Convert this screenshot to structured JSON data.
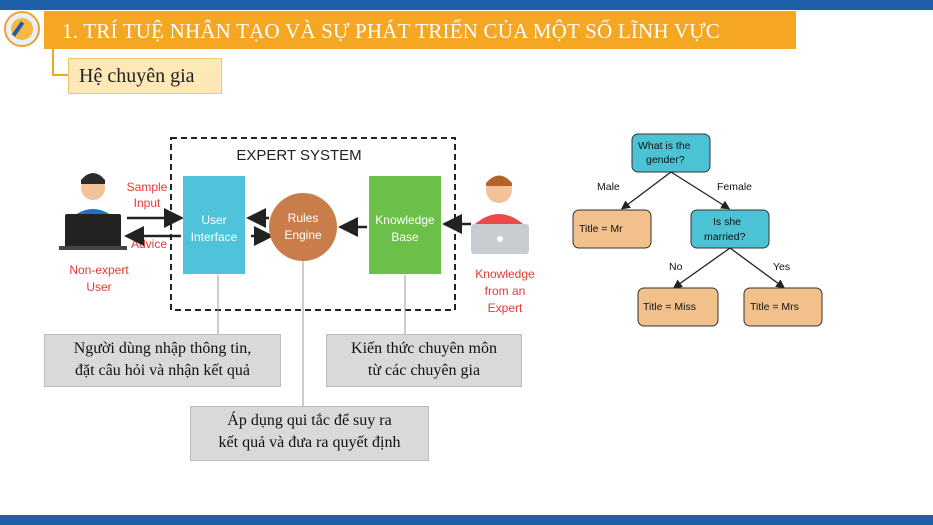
{
  "header": {
    "title": "1. TRÍ TUỆ NHÂN TẠO VÀ SỰ PHÁT TRIỂN CỦA MỘT SỐ LĨNH VỰC",
    "subtitle": "Hệ chuyên gia"
  },
  "expert_diagram": {
    "system_title": "EXPERT SYSTEM",
    "user_interface": [
      "User",
      "Interface"
    ],
    "rules_engine": [
      "Rules",
      "Engine"
    ],
    "knowledge_base": [
      "Knowledge",
      "Base"
    ],
    "sample_input": [
      "Sample",
      "Input"
    ],
    "advice": "Advice",
    "non_expert_user": [
      "Non-expert",
      "User"
    ],
    "knowledge_from_expert": [
      "Knowledge",
      "from an",
      "Expert"
    ],
    "colors": {
      "ui_box": "#4fc3d9",
      "rules_engine": "#c97d4a",
      "knowledge_base": "#6cc04a",
      "label_red": "#e53935"
    }
  },
  "decision_tree": {
    "root": [
      "What is the",
      "gender?"
    ],
    "branch_male": "Male",
    "branch_female": "Female",
    "leaf_mr": "Title = Mr",
    "married_q": [
      "Is she",
      "married?"
    ],
    "branch_no": "No",
    "branch_yes": "Yes",
    "leaf_miss": "Title = Miss",
    "leaf_mrs": "Title = Mrs",
    "colors": {
      "question": "#4cc3d4",
      "leaf": "#f2c08a"
    }
  },
  "captions": {
    "user": [
      "Người dùng nhập thông tin,",
      "đặt câu hỏi và nhận kết quả"
    ],
    "knowledge": [
      "Kiến thức chuyên môn",
      "từ các chuyên gia"
    ],
    "rules": [
      "Áp dụng qui tắc để suy ra",
      "kết quả và đưa ra quyết định"
    ]
  }
}
